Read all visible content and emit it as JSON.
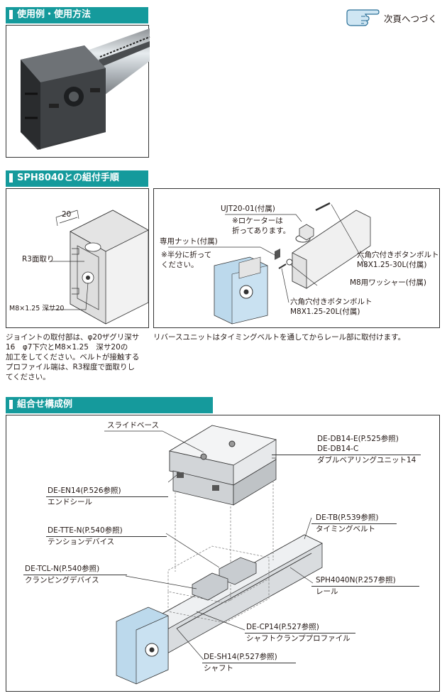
{
  "sections": {
    "usage": "使用例・使用方法",
    "assembly": "SPH8040との組付手順",
    "combination": "組合せ構成例"
  },
  "next_page": {
    "label": "次頁へつづく",
    "icon": "pointing-hand-icon"
  },
  "assembly": {
    "left_labels": {
      "dim": "20",
      "chamfer": "R3面取り",
      "tap": "M8×1.25 深サ20"
    },
    "right_labels": {
      "ujt": "UJT20-01(付属)",
      "ujt_note": "※ロケーターは\n折ってあります。",
      "nut": "専用ナット(付属)",
      "nut_note": "※半分に折って\nください。",
      "bolt30": "六角穴付きボタンボルト\nM8X1.25-30L(付属)",
      "washer": "M8用ワッシャー(付属)",
      "bolt20": "六角穴付きボタンボルト\nM8X1.25-20L(付属)"
    },
    "left_caption": "ジョイントの取付部は、φ20ザグリ深サ\n16　φ7下穴とM8×1.25　深サ20の\n加工をしてください。ベルトが接触する\nプロファイル端は、R3程度で面取りし\nてください。",
    "right_caption": "リバースユニットはタイミングベルトを通してからレール部に取付けます。"
  },
  "combination": {
    "slide_base": "スライドベース",
    "db14": {
      "code1": "DE-DB14-E(P.525参照)",
      "code2": "DE-DB14-C",
      "name": "ダブルベアリングユニット14"
    },
    "en14": {
      "code": "DE-EN14(P.526参照)",
      "name": "エンドシール"
    },
    "tte": {
      "code": "DE-TTE-N(P.540参照)",
      "name": "テンションデバイス"
    },
    "tb": {
      "code": "DE-TB(P.539参照)",
      "name": "タイミングベルト"
    },
    "tcl": {
      "code": "DE-TCL-N(P.540参照)",
      "name": "クランピングデバイス"
    },
    "rail": {
      "code": "SPH4040N(P.257参照)",
      "name": "レール"
    },
    "cp14": {
      "code": "DE-CP14(P.527参照)",
      "name": "シャフトクランププロファイル"
    },
    "sh14": {
      "code": "DE-SH14(P.527参照)",
      "name": "シャフト"
    }
  },
  "colors": {
    "section_bar": "#159a9c",
    "accent_blue": "#bcd9ec"
  }
}
